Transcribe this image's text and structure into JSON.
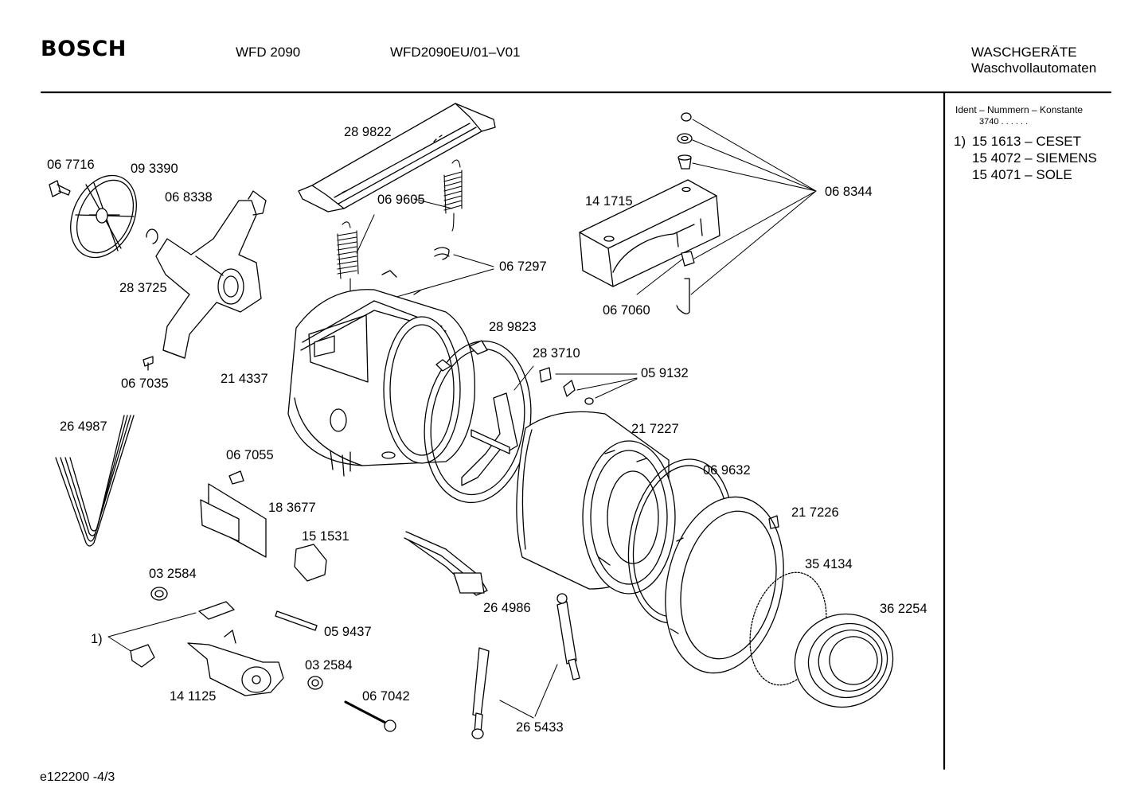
{
  "header": {
    "brand": "BOSCH",
    "model": "WFD 2090",
    "variant": "WFD2090EU/01–V01",
    "category": "WASCHGERÄTE",
    "subcategory": "Waschvollautomaten"
  },
  "side_panel": {
    "title": "Ident – Nummern – Konstante",
    "constant": "3740  .  .  .  .  .  .",
    "footnote_marker": "1)",
    "entries": [
      "15 1613 – CESET",
      "15 4072 – SIEMENS",
      "15 4071 – SOLE"
    ]
  },
  "footer": {
    "code": "e122200   -4/3"
  },
  "parts": [
    {
      "id": "p289822",
      "label": "28 9822"
    },
    {
      "id": "p067716",
      "label": "06 7716"
    },
    {
      "id": "p093390",
      "label": "09 3390"
    },
    {
      "id": "p068338",
      "label": "06 8338"
    },
    {
      "id": "p069605",
      "label": "06 9605"
    },
    {
      "id": "p141715",
      "label": "14 1715"
    },
    {
      "id": "p068344",
      "label": "06 8344"
    },
    {
      "id": "p067297",
      "label": "06 7297"
    },
    {
      "id": "p283725",
      "label": "28 3725"
    },
    {
      "id": "p067060",
      "label": "06 7060"
    },
    {
      "id": "p289823",
      "label": "28 9823"
    },
    {
      "id": "p283710",
      "label": "28 3710"
    },
    {
      "id": "p059132",
      "label": "05 9132"
    },
    {
      "id": "p067035",
      "label": "06 7035"
    },
    {
      "id": "p214337",
      "label": "21 4337"
    },
    {
      "id": "p264987",
      "label": "26 4987"
    },
    {
      "id": "p217227",
      "label": "21 7227"
    },
    {
      "id": "p067055",
      "label": "06 7055"
    },
    {
      "id": "p069632",
      "label": "06 9632"
    },
    {
      "id": "p183677",
      "label": "18 3677"
    },
    {
      "id": "p217226",
      "label": "21 7226"
    },
    {
      "id": "p151531",
      "label": "15 1531"
    },
    {
      "id": "p354134",
      "label": "35 4134"
    },
    {
      "id": "p032584a",
      "label": "03 2584"
    },
    {
      "id": "p264986",
      "label": "26 4986"
    },
    {
      "id": "p362254",
      "label": "36 2254"
    },
    {
      "id": "pnote1",
      "label": "1)"
    },
    {
      "id": "p059437",
      "label": "05 9437"
    },
    {
      "id": "p032584b",
      "label": "03 2584"
    },
    {
      "id": "p141125",
      "label": "14 1125"
    },
    {
      "id": "p067042",
      "label": "06 7042"
    },
    {
      "id": "p265433",
      "label": "26 5433"
    }
  ]
}
